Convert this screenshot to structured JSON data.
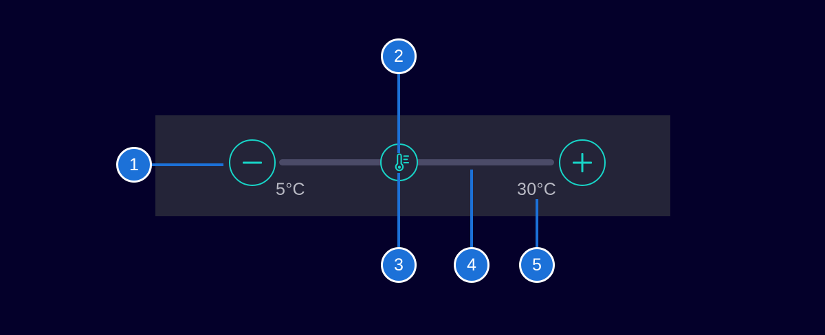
{
  "background_color": "#04002a",
  "panel": {
    "name": "temperature-control-panel",
    "background_color": "#242438"
  },
  "control": {
    "decrease_button": {
      "icon": "minus-icon",
      "label": "",
      "color": "#18d5c8"
    },
    "increase_button": {
      "icon": "plus-icon",
      "label": "",
      "color": "#18d5c8"
    },
    "slider": {
      "handle_icon": "thermometer-icon",
      "handle_color": "#18d5c8",
      "track_color": "#4b4b68",
      "min_label": "5°C",
      "max_label": "30°C",
      "min_value": 5,
      "max_value": 30,
      "handle_position_percent": 43
    }
  },
  "annotations": {
    "badge_fill": "#1c71d8",
    "badge_ring": "#ffffff",
    "items": [
      {
        "number": "1",
        "target": "decrease-button"
      },
      {
        "number": "2",
        "target": "slider-handle-top"
      },
      {
        "number": "3",
        "target": "slider-handle-bottom"
      },
      {
        "number": "4",
        "target": "slider-track"
      },
      {
        "number": "5",
        "target": "max-scale-label"
      }
    ]
  }
}
